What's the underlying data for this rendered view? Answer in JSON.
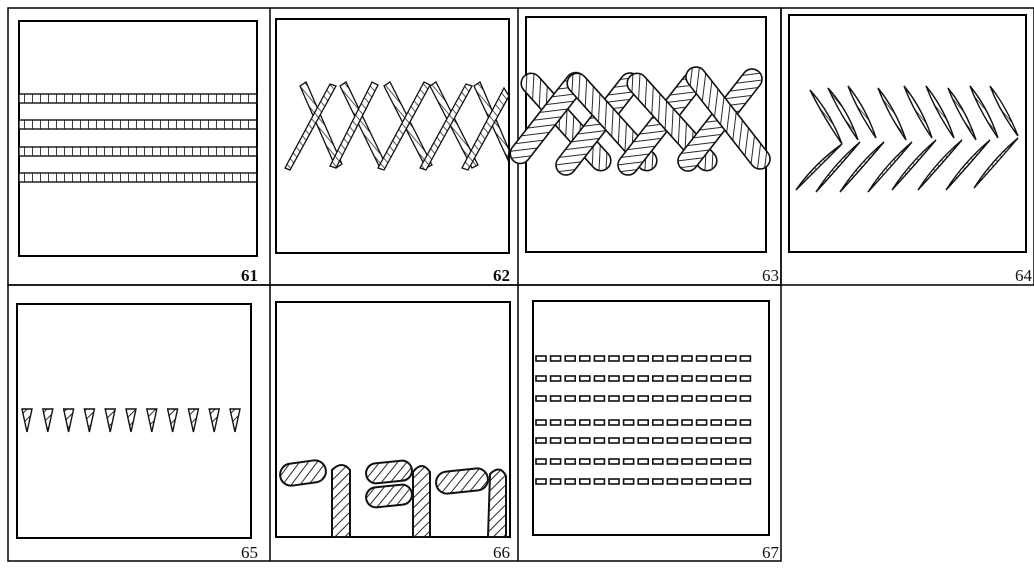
{
  "figures": [
    {
      "id": "61",
      "label": "61",
      "label_bold": true,
      "pattern": "horizontal-ladder-bands"
    },
    {
      "id": "62",
      "label": "62",
      "label_bold": true,
      "pattern": "crossed-hatched-strokes"
    },
    {
      "id": "63",
      "label": "63",
      "label_bold": false,
      "pattern": "crossed-wide-hatched-bars"
    },
    {
      "id": "64",
      "label": "64",
      "label_bold": false,
      "pattern": "chevron-leaf-strokes"
    },
    {
      "id": "65",
      "label": "65",
      "label_bold": false,
      "pattern": "row-of-small-wedges"
    },
    {
      "id": "66",
      "label": "66",
      "label_bold": false,
      "pattern": "slanted-ovals-and-upright-bars"
    },
    {
      "id": "67",
      "label": "67",
      "label_bold": false,
      "pattern": "rows-of-dashes"
    }
  ],
  "colors": {
    "ink": "#111111",
    "paper": "#ffffff",
    "grid": "#000000"
  }
}
